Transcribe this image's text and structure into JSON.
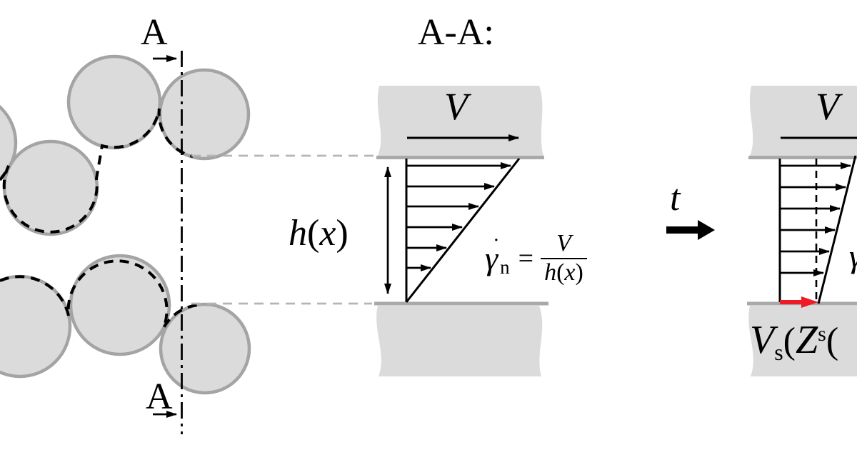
{
  "colors": {
    "background": "#ffffff",
    "particle_fill": "#dbdbdb",
    "particle_stroke": "#a4a4a4",
    "plate_fill": "#dbdbdb",
    "plate_edge": "#a9a9a9",
    "outline_black": "#000000",
    "connector_gray": "#b5b5b5",
    "slip_red": "#ec1b24"
  },
  "figure": {
    "left_panel": {
      "section_label_top": "A",
      "section_label_bottom": "A"
    },
    "middle_panel": {
      "title": "A-A:",
      "plate_velocity": "V",
      "gap_height": {
        "h": "h",
        "open": "(",
        "x": "x",
        "close": ")"
      },
      "equation": {
        "gamma": "γ",
        "dot": "˙",
        "sub": "n",
        "equals": "=",
        "numerator": "V"
      }
    },
    "transition": {
      "time_label": "t"
    },
    "right_panel": {
      "plate_velocity": "V",
      "slip_label": {
        "V": "V",
        "sub": "s",
        "open1": "(",
        "Z": "Z",
        "sup": "s",
        "open2": "("
      },
      "edge_fragment": "γ"
    }
  }
}
